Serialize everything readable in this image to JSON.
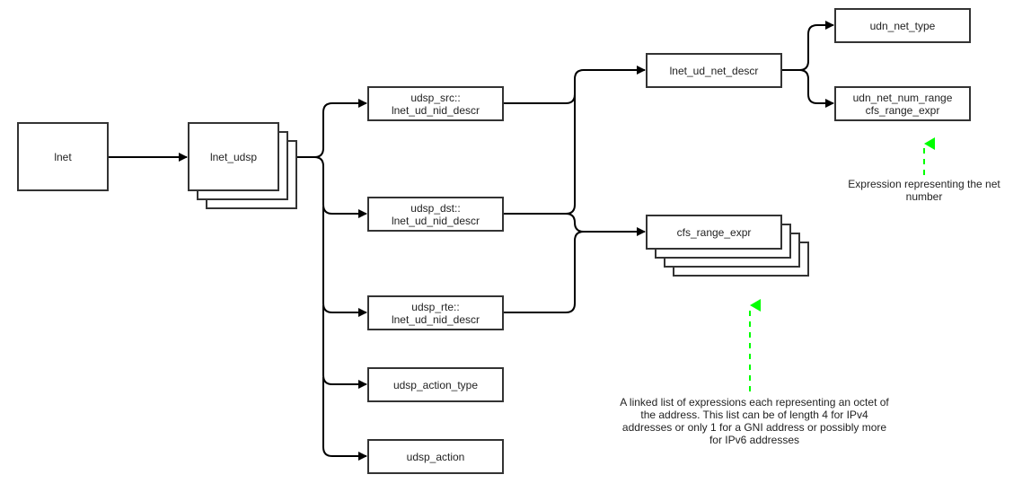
{
  "nodes": {
    "lnet": "lnet",
    "lnet_udsp": "lnet_udsp",
    "udsp_src": "udsp_src::\nlnet_ud_nid_descr",
    "udsp_dst": "udsp_dst::\nlnet_ud_nid_descr",
    "udsp_rte": "udsp_rte::\nlnet_ud_nid_descr",
    "udsp_action_type": "udsp_action_type",
    "udsp_action": "udsp_action",
    "lnet_ud_net_descr": "lnet_ud_net_descr",
    "cfs_range_expr": "cfs_range_expr",
    "udn_net_type": "udn_net_type",
    "udn_net_num_range": "udn_net_num_range\ncfs_range_expr"
  },
  "notes": {
    "net_number": "Expression representing the net number",
    "octet_list": "A linked list of expressions each representing an octet of the address. This list can be of length 4 for IPv4 addresses or only 1 for a GNI address or possibly more for IPv6 addresses"
  },
  "colors": {
    "edge": "#000000",
    "box_border": "#333333",
    "annotation_arrow": "#00ff00"
  }
}
